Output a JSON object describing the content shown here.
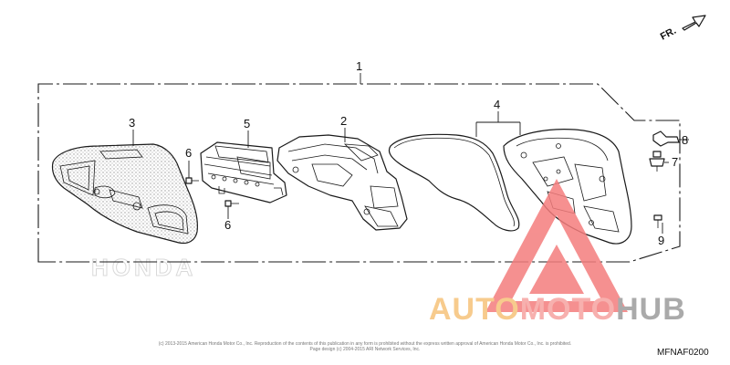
{
  "orientation": {
    "label": "FR."
  },
  "callouts": {
    "part_1": "1",
    "part_2": "2",
    "part_3": "3",
    "part_4": "4",
    "part_5": "5",
    "part_6a": "6",
    "part_6b": "6",
    "part_7": "7",
    "part_8": "8",
    "part_9": "9"
  },
  "background_text": "HONDA",
  "watermark": {
    "brand_auto": "AUTO",
    "brand_moto": "MOTO",
    "brand_hub": "HUB",
    "colors": {
      "auto": "#f6c27a",
      "moto": "#f6a3a0",
      "hub": "#9c9c9c",
      "triangle": "#f47d7d"
    }
  },
  "footer": {
    "copyright_line1": "(c) 2013-2015 American Honda Motor Co., Inc. Reproduction of the contents of this publication in any form is prohibited without the express written approval of American Honda Motor Co., Inc. is prohibited.",
    "copyright_line2": "Page design (c) 2004-2015 ARI Network Services, Inc.",
    "diagram_code": "MFNAF0200"
  }
}
